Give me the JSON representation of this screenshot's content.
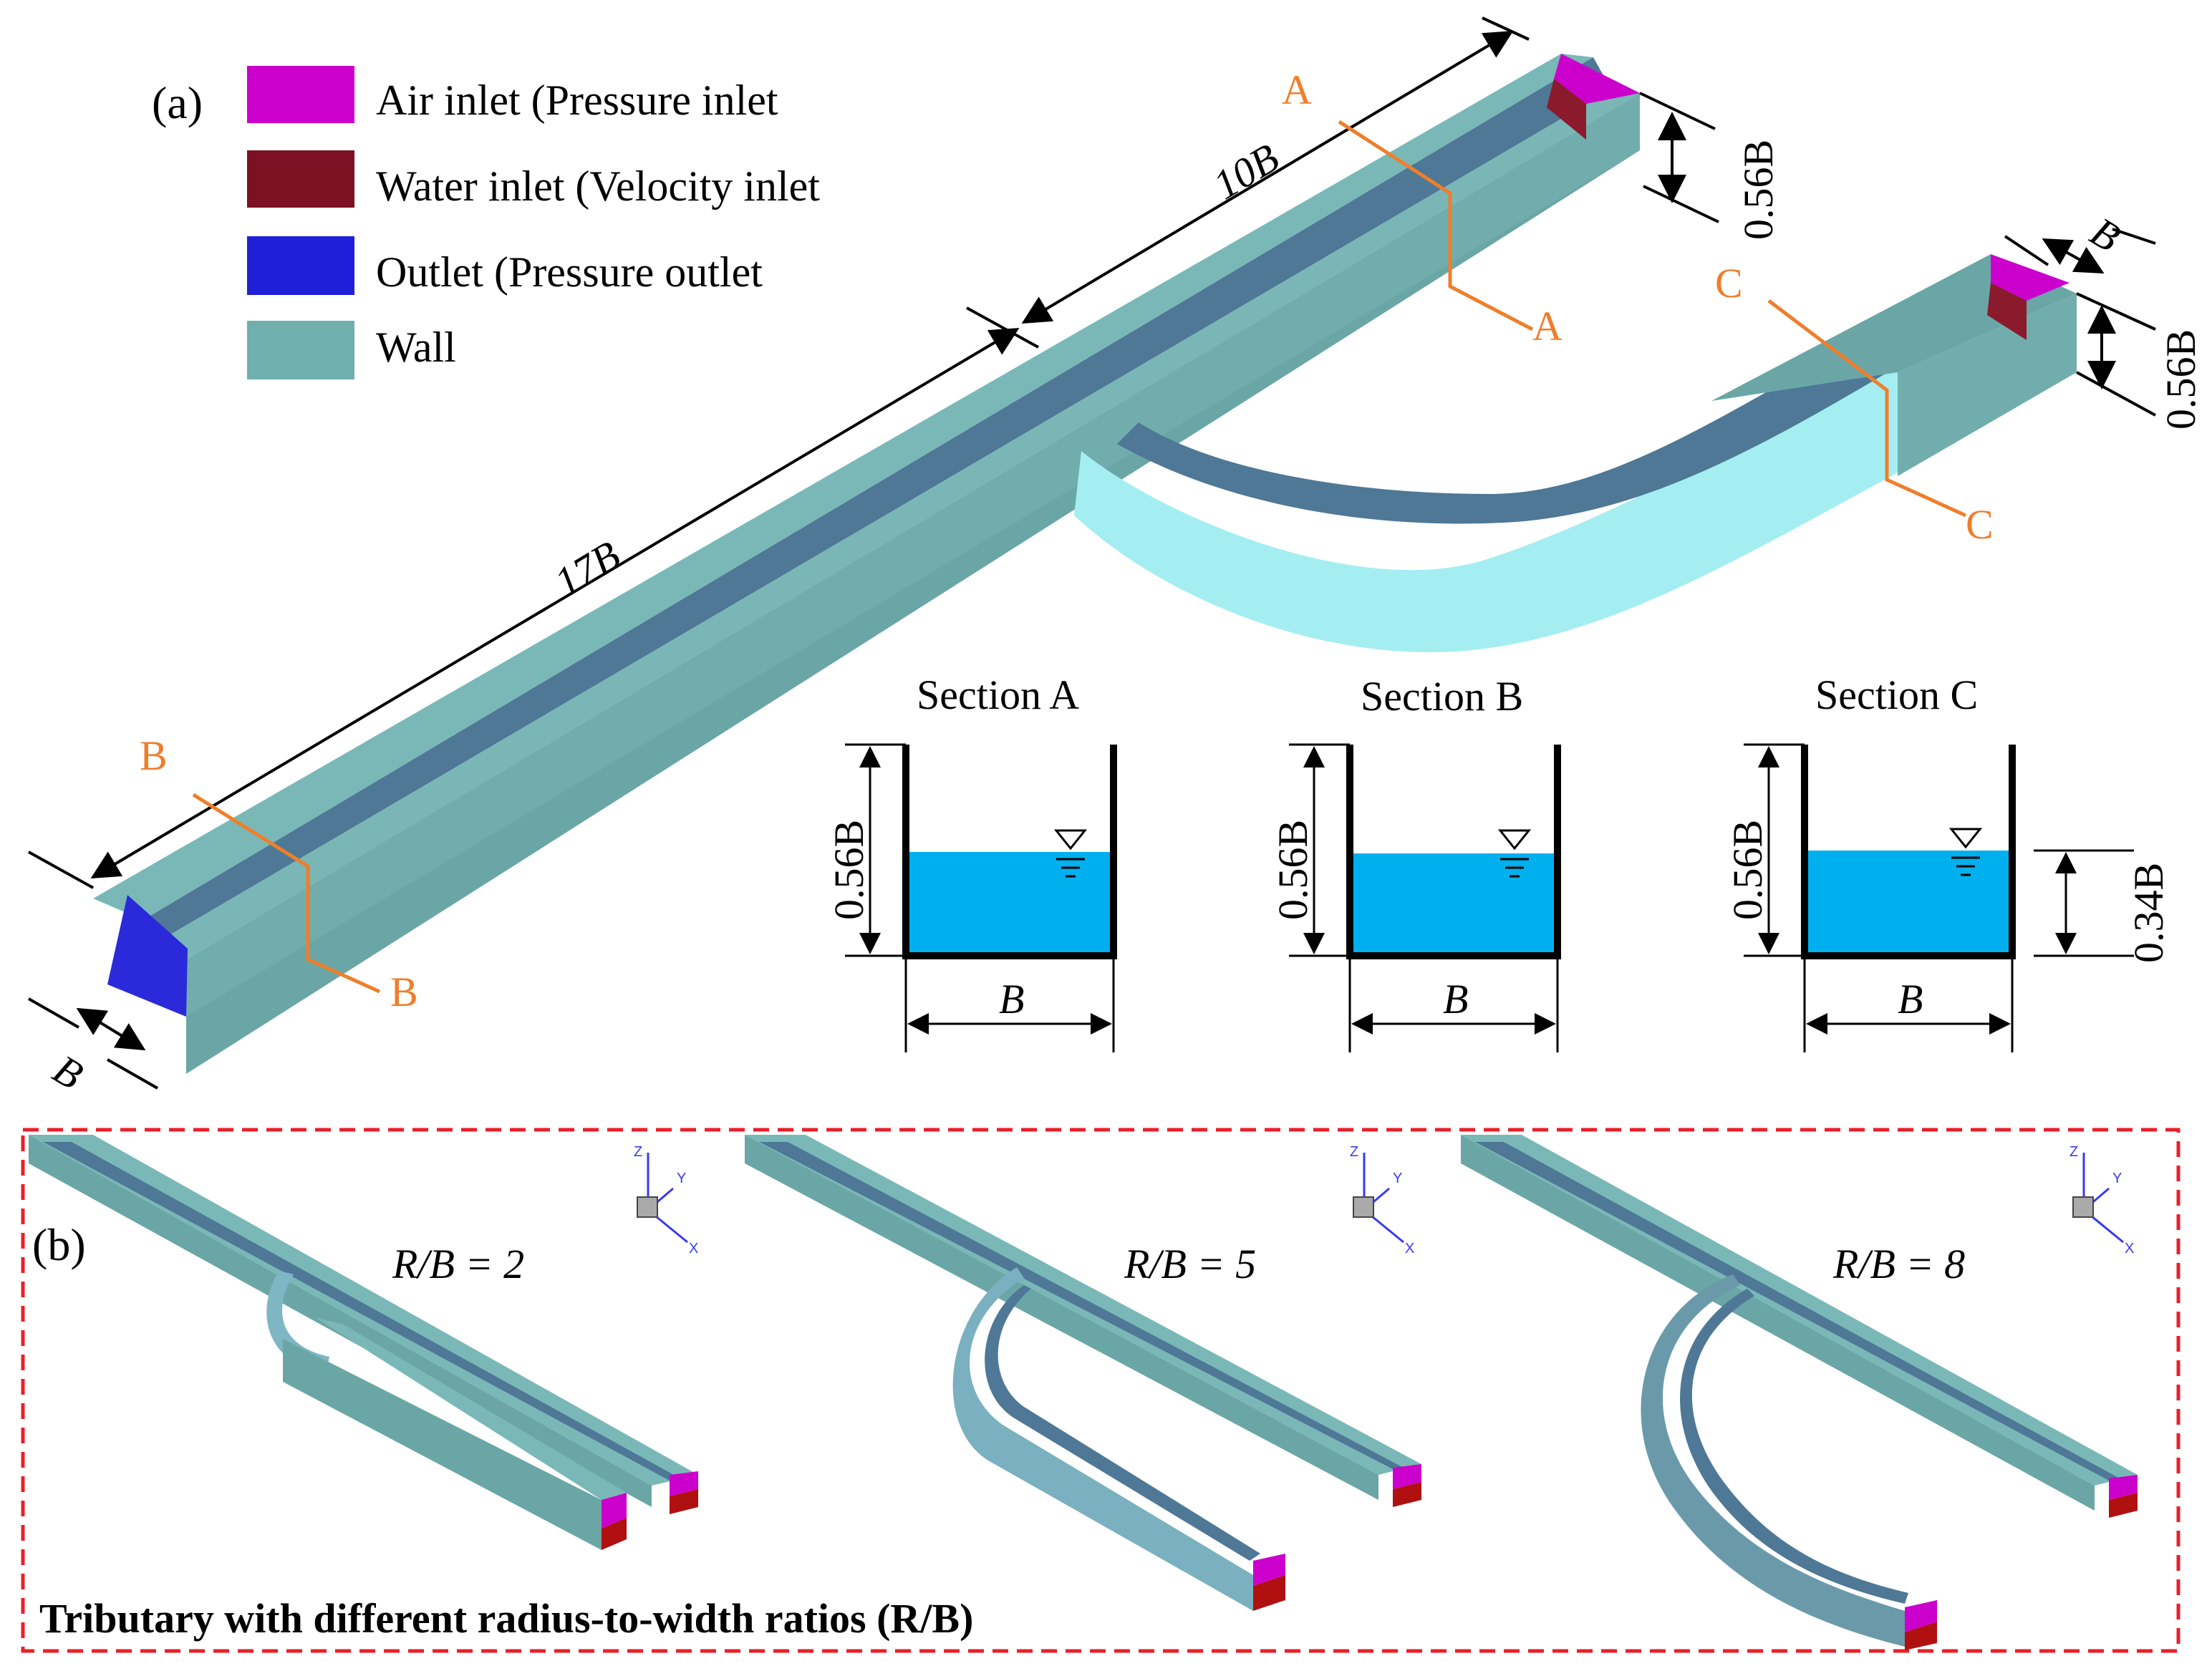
{
  "panel_a": {
    "label": "(a)",
    "legend": [
      {
        "text": "Air inlet (Pressure inlet",
        "color": "#cc00cc"
      },
      {
        "text": "Water inlet (Velocity inlet",
        "color": "#7b1122"
      },
      {
        "text": "Outlet (Pressure outlet",
        "color": "#1f1fd8"
      },
      {
        "text": "Wall",
        "color": "#6fafae"
      }
    ],
    "dims": {
      "main_length_upper": "10B",
      "main_length_lower": "17B",
      "height_main": "0.56B",
      "height_tributary": "0.56B",
      "width_tributary": "B",
      "width_outlet": "B"
    },
    "cut_labels": {
      "a1": "A",
      "a2": "A",
      "b1": "B",
      "b2": "B",
      "c1": "C",
      "c2": "C"
    },
    "sections": [
      {
        "title": "Section A",
        "height": "0.56B",
        "width": "B"
      },
      {
        "title": "Section B",
        "height": "0.56B",
        "width": "B"
      },
      {
        "title": "Section C",
        "height": "0.56B",
        "width": "B",
        "water_depth": "0.34B"
      }
    ],
    "colors": {
      "wall": "#73b0b0",
      "wall_top": "#7ab6b6",
      "channel": "#4e7896",
      "tributary": "#9eeaf0",
      "water": "#00b0ee",
      "cut_line": "#ef7e2b"
    }
  },
  "panel_b": {
    "label": "(b)",
    "caption": "Tributary with different radius-to-width ratios (R/B)",
    "cases": [
      {
        "label": "R/B = 2"
      },
      {
        "label": "R/B = 5"
      },
      {
        "label": "R/B = 8"
      }
    ],
    "axis_labels": {
      "z": "Z",
      "y": "Y",
      "x": "X"
    },
    "border_color": "#e8202a"
  }
}
